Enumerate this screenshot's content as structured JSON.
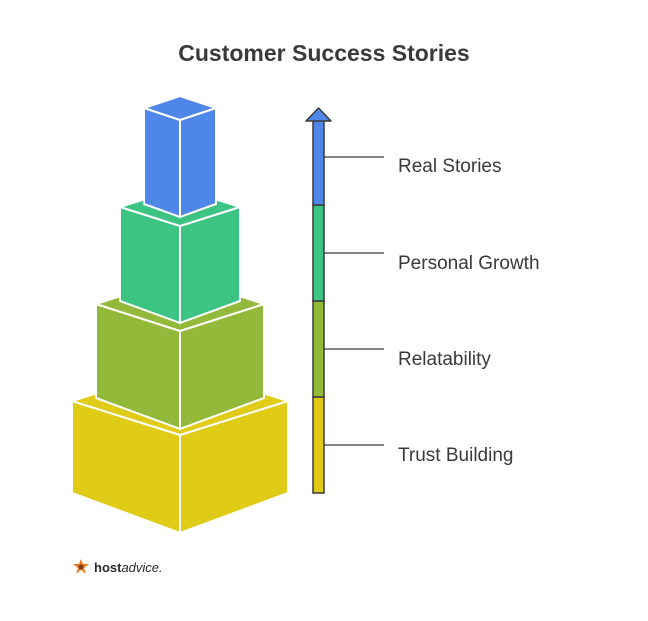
{
  "title": "Customer Success Stories",
  "levels": [
    {
      "label": "Real Stories",
      "color": "#4F87E8"
    },
    {
      "label": "Personal Growth",
      "color": "#3CC483"
    },
    {
      "label": "Relatability",
      "color": "#92B93A"
    },
    {
      "label": "Trust Building",
      "color": "#E0CB17"
    }
  ],
  "logo": {
    "bold": "host",
    "rest": "advice."
  }
}
